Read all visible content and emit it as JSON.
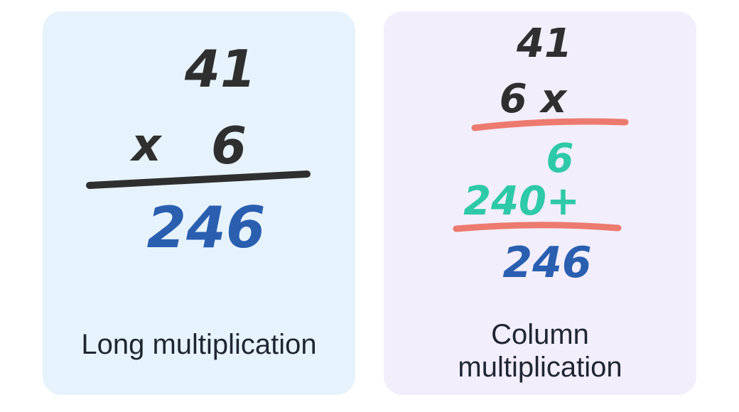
{
  "colors": {
    "ink_dark": "#2f2f2f",
    "ink_blue": "#2a5fb0",
    "ink_teal": "#2ec9a8",
    "ink_red": "#ec7a6e",
    "card_left_bg": "#e7f3fc",
    "card_right_bg": "#f2eefc"
  },
  "long_multiplication": {
    "multiplicand": "41",
    "operator": "x",
    "multiplier": "6",
    "result": "246",
    "caption": "Long multiplication"
  },
  "column_multiplication": {
    "multiplicand": "41",
    "multiplier_row": "6 x",
    "partial_product_1": "6",
    "partial_product_2": "240+",
    "result": "246",
    "caption_line1": "Column",
    "caption_line2": "multiplication"
  }
}
